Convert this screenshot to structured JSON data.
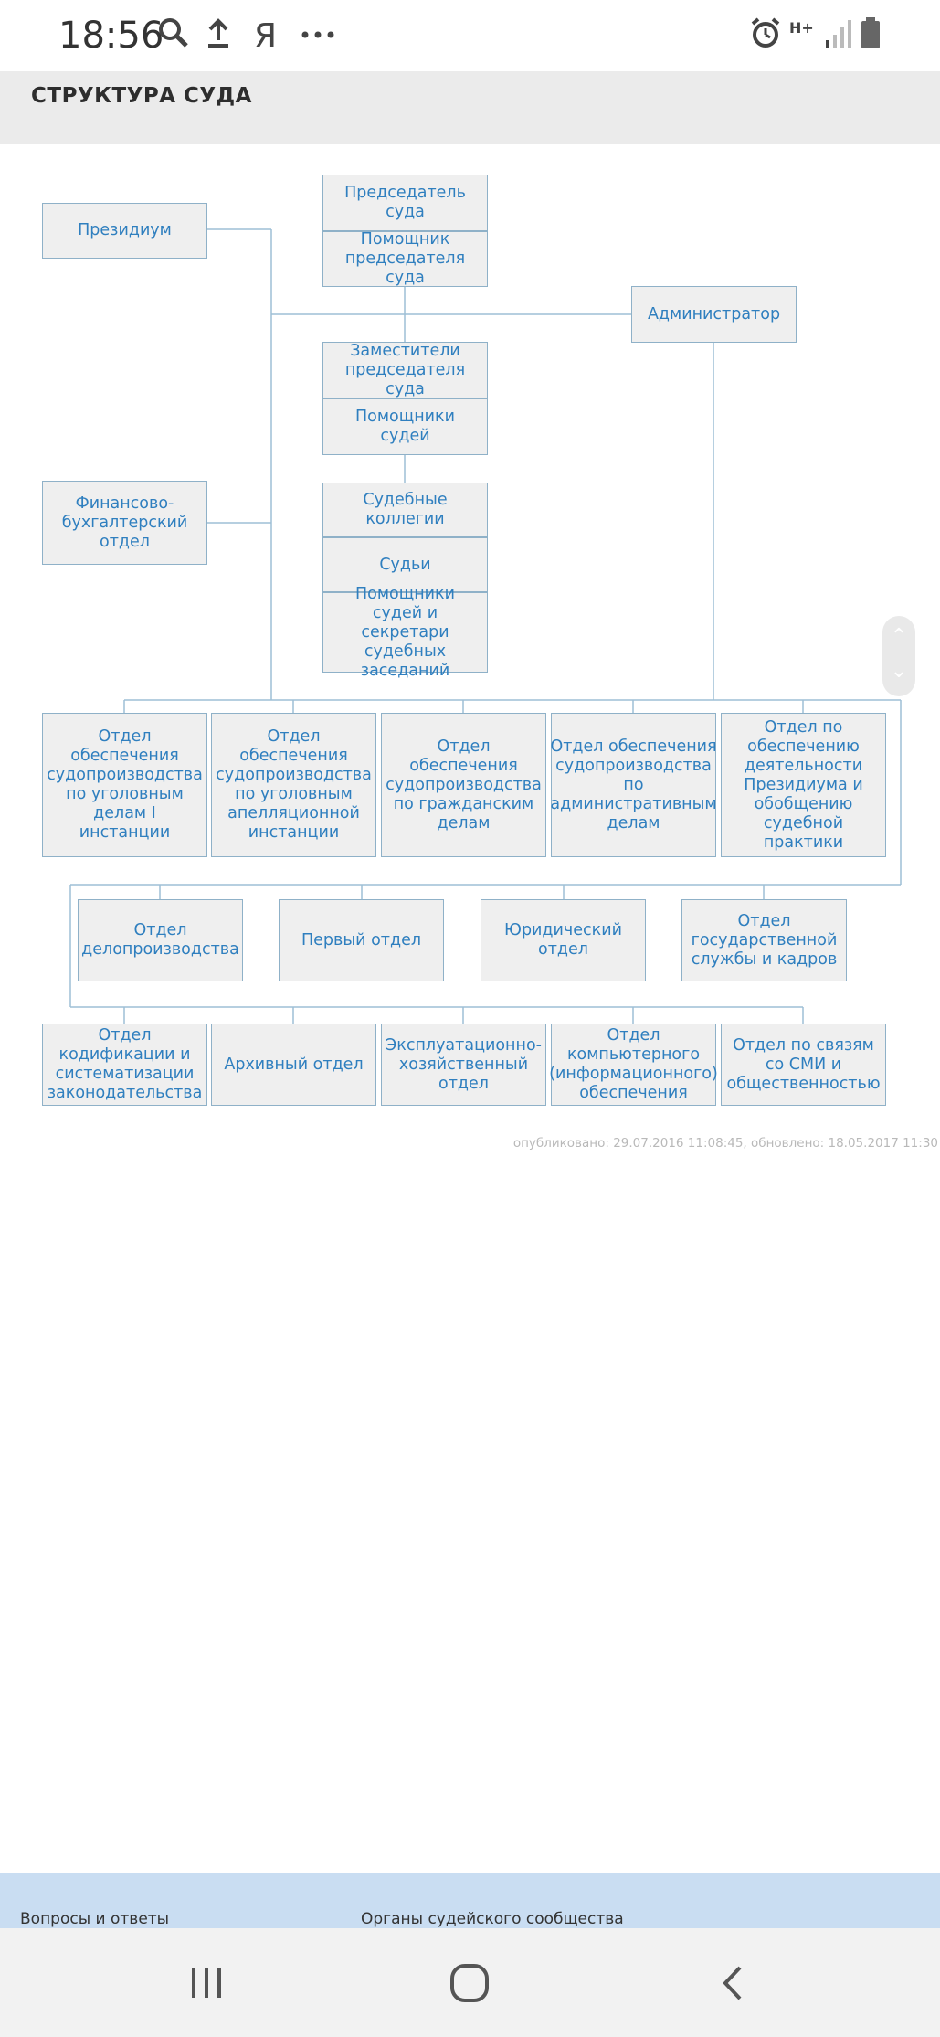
{
  "status_bar": {
    "time": "18:56",
    "icons": [
      "search-icon",
      "upload-icon",
      "yandex-icon",
      "more-icon",
      "alarm-icon",
      "network-hplus-icon",
      "signal-icon",
      "battery-icon"
    ],
    "yandex_glyph": "Я",
    "network_label": "H+"
  },
  "page": {
    "title": "СТРУКТУРА СУДА"
  },
  "org_chart": {
    "presidium": "Президиум",
    "chairman": "Председатель суда",
    "chairman_assistant": "Помощник председателя суда",
    "administrator": "Администратор",
    "deputies": "Заместители председателя суда",
    "judges_assistants": "Помощники судей",
    "finance": "Финансово-бухгалтерский отдел",
    "collegiums": "Судебные коллегии",
    "judges": "Судьи",
    "secretaries": "Помощники судей и секретари судебных заседаний",
    "row1": [
      "Отдел обеспечения судопроизводства по уголовным делам I инстанции",
      "Отдел обеспечения судопроизводства по уголовным апелляционной инстанции",
      "Отдел обеспечения судопроизводства по гражданским делам",
      "Отдел обеспечения судопроизводства по административным делам",
      "Отдел по обеспечению деятельности Президиума и обобщению судебной практики"
    ],
    "row2": [
      "Отдел делопроизводства",
      "Первый отдел",
      "Юридический отдел",
      "Отдел государственной службы и кадров"
    ],
    "row3": [
      "Отдел кодификации и систематизации законодательства",
      "Архивный отдел",
      "Эксплуатационно-хозяйственный отдел",
      "Отдел компьютерного (информационного) обеспечения",
      "Отдел по связям со СМИ и общественностью"
    ]
  },
  "meta": {
    "published": "опубликовано: 29.07.2016 11:08:45, обновлено: 18.05.2017 11:30"
  },
  "footer": {
    "link1": "Вопросы и ответы",
    "link2": "Органы судейского сообщества"
  },
  "nav": {
    "recents": "|||",
    "home": "◯",
    "back": "‹"
  },
  "colors": {
    "box_bg": "#efefef",
    "box_border": "#8fb1c8",
    "box_text": "#2f7fbf",
    "footer_bg": "#c9ddf2",
    "title_bar": "#ebebeb"
  }
}
